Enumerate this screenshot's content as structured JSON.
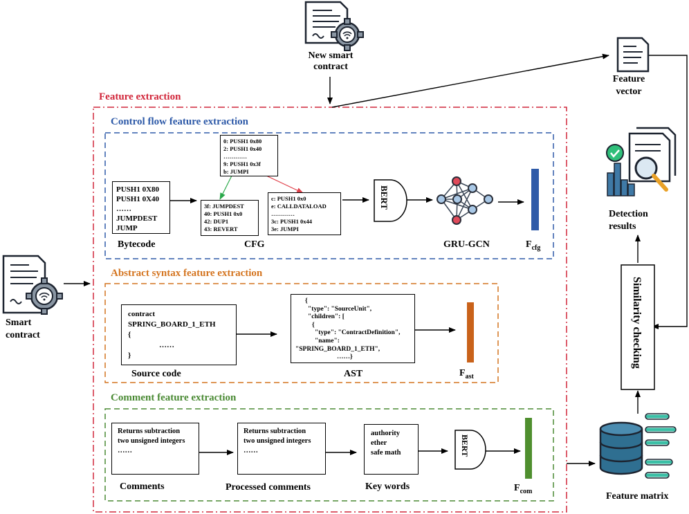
{
  "new_contract": {
    "line1": "New smart",
    "line2": "contract"
  },
  "smart_contract": {
    "line1": "Smart",
    "line2": "contract"
  },
  "feature_extraction_title": "Feature extraction",
  "feature_vector": {
    "line1": "Feature",
    "line2": "vector"
  },
  "detection_results": {
    "line1": "Detection",
    "line2": "results"
  },
  "similarity_checking": "Similarity checking",
  "feature_matrix": "Feature matrix",
  "control_flow": {
    "title": "Control flow feature extraction",
    "bytecode_lines": [
      "PUSH1 0X80",
      "PUSH1 0X40",
      "……",
      "JUMPDEST",
      "JUMP"
    ],
    "bytecode_label": "Bytecode",
    "cfg_top": [
      "0: PUSH1 0x80",
      "2: PUSH1 0x40",
      "…………",
      "9: PUSH1 0x3f",
      "b: JUMPI"
    ],
    "cfg_left": [
      "3f: JUMPDEST",
      "40: PUSH1 0x0",
      "42: DUP1",
      "43: REVERT"
    ],
    "cfg_right": [
      "c: PUSH1 0x0",
      "e: CALLDATALOAD",
      "…………",
      "3c: PUSH1 0x44",
      "3e: JUMPI"
    ],
    "cfg_label": "CFG",
    "bert_label": "BERT",
    "gcn_label": "GRU-GCN",
    "feature_main": "F",
    "feature_sub": "cfg"
  },
  "abstract_syntax": {
    "title": "Abstract syntax feature extraction",
    "source_lines": [
      "contract",
      "SPRING_BOARD_1_ETH",
      "{",
      "……",
      "}"
    ],
    "source_label": "Source code",
    "ast_lines": [
      "{",
      "\"type\": \"SourceUnit\",",
      "\"children\": [",
      "{",
      "\"type\": \"ContractDefinition\",",
      "\"name\":",
      "\"SPRING_BOARD_1_ETH\",",
      "……}"
    ],
    "ast_label": "AST",
    "feature_main": "F",
    "feature_sub": "ast"
  },
  "comment": {
    "title": "Comment feature extraction",
    "comments_lines": [
      "Returns subtraction",
      "two unsigned integers",
      "……"
    ],
    "comments_label": "Comments",
    "processed_lines": [
      "Returns subtraction",
      "two unsigned integers",
      "……"
    ],
    "processed_label": "Processed comments",
    "keywords_lines": [
      "authority",
      "ether",
      "safe math"
    ],
    "keywords_label": "Key words",
    "bert_label": "BERT",
    "feature_main": "F",
    "feature_sub": "com"
  },
  "colors": {
    "red": "#d1263a",
    "blue": "#2e5aa8",
    "orange": "#d4741f",
    "green": "#4a8a34",
    "feature_blue": "#2e5aa8",
    "feature_orange": "#c9621a",
    "feature_green": "#4f8f2f",
    "teal": "#3bbfa6",
    "db_blue": "#2f6f91"
  }
}
